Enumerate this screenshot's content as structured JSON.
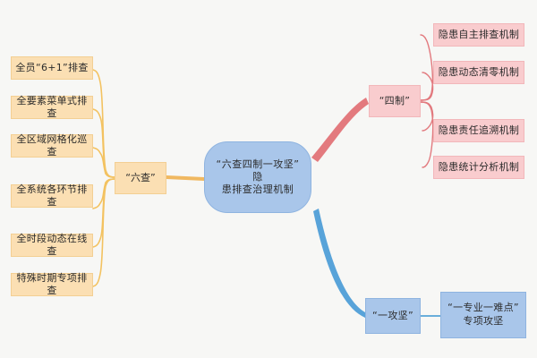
{
  "diagram": {
    "type": "mind-map",
    "background_color": "#f7f7f5",
    "center": {
      "label": "“六查四制一攻坚”　隐患排查治理机制",
      "line1": "“六查四制一攻坚”　隐",
      "line2": "患排查治理机制",
      "fill_color": "#a9c6ea"
    },
    "branches": [
      {
        "id": "liu-cha",
        "label": "“六查”",
        "color": "#f0a93c",
        "fill_color": "#fbdfb3",
        "side": "left",
        "children": [
          {
            "label": "全员“6+1”排查"
          },
          {
            "label": "全要素菜单式排查"
          },
          {
            "label": "全区域网格化巡查"
          },
          {
            "label": "全系统各环节排查"
          },
          {
            "label": "全时段动态在线查"
          },
          {
            "label": "特殊时期专项排查"
          }
        ]
      },
      {
        "id": "si-zhi",
        "label": "“四制”",
        "color": "#e06a6f",
        "fill_color": "#f9ccce",
        "side": "right-top",
        "children": [
          {
            "label": "隐患自主排查机制"
          },
          {
            "label": "隐患动态清零机制"
          },
          {
            "label": "隐患责任追溯机制"
          },
          {
            "label": "隐患统计分析机制"
          }
        ]
      },
      {
        "id": "yi-gong-jian",
        "label": "“一攻坚”",
        "color": "#4d9ad6",
        "fill_color": "#a9c6ea",
        "side": "right-bottom",
        "children": [
          {
            "label": "“一专业一难点”专项攻坚",
            "line1": "“一专业一难点”",
            "line2": "专项攻坚"
          }
        ]
      }
    ]
  }
}
